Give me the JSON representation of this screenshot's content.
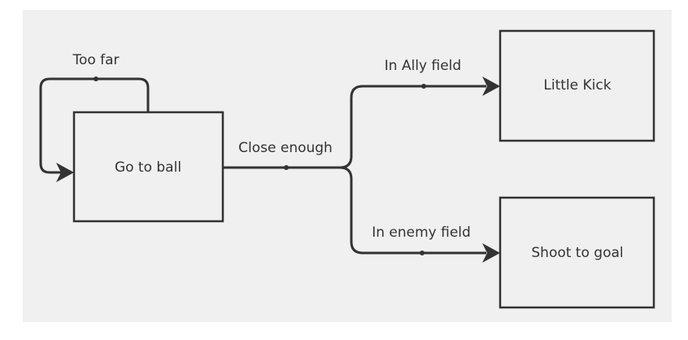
{
  "diagram": {
    "background_color": "#f0f0f0",
    "stroke_color": "#333333",
    "nodes": {
      "go_to_ball": "Go to ball",
      "little_kick": "Little Kick",
      "shoot_to_goal": "Shoot to goal"
    },
    "edges": {
      "too_far": "Too far",
      "close_enough": "Close enough",
      "in_ally_field": "In Ally field",
      "in_enemy_field": "In enemy field"
    }
  }
}
